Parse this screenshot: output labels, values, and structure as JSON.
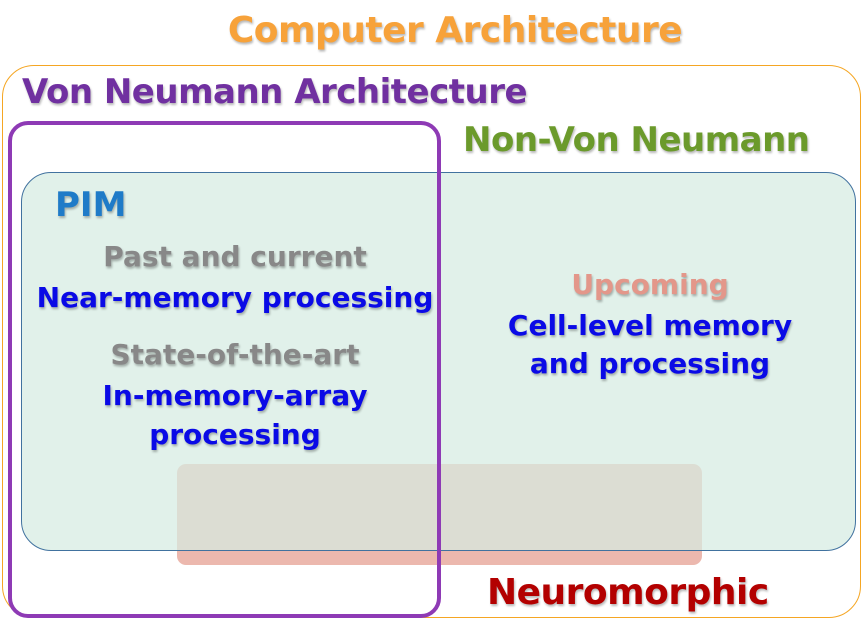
{
  "diagram": {
    "title": "Computer Architecture",
    "regions": {
      "von_neumann": {
        "label": "Von Neumann Architecture",
        "color": "#7030A0"
      },
      "non_von_neumann": {
        "label": "Non-Von Neumann",
        "color": "#6B9A2B"
      },
      "pim": {
        "label": "PIM",
        "color": "#1F7BC8"
      },
      "neuromorphic": {
        "label": "Neuromorphic",
        "color": "#B30000"
      }
    },
    "pim_left": [
      {
        "era": "Past and current",
        "type": "Near-memory processing"
      },
      {
        "era": "State-of-the-art",
        "type_line1": "In-memory-array",
        "type_line2": "processing"
      }
    ],
    "pim_right": {
      "era": "Upcoming",
      "type_line1": "Cell-level memory",
      "type_line2": "and processing"
    },
    "colors": {
      "title": "#F7A23A",
      "era_text": "#888888",
      "upcoming_text": "#E3978A",
      "type_text": "#0A0AE6"
    }
  }
}
